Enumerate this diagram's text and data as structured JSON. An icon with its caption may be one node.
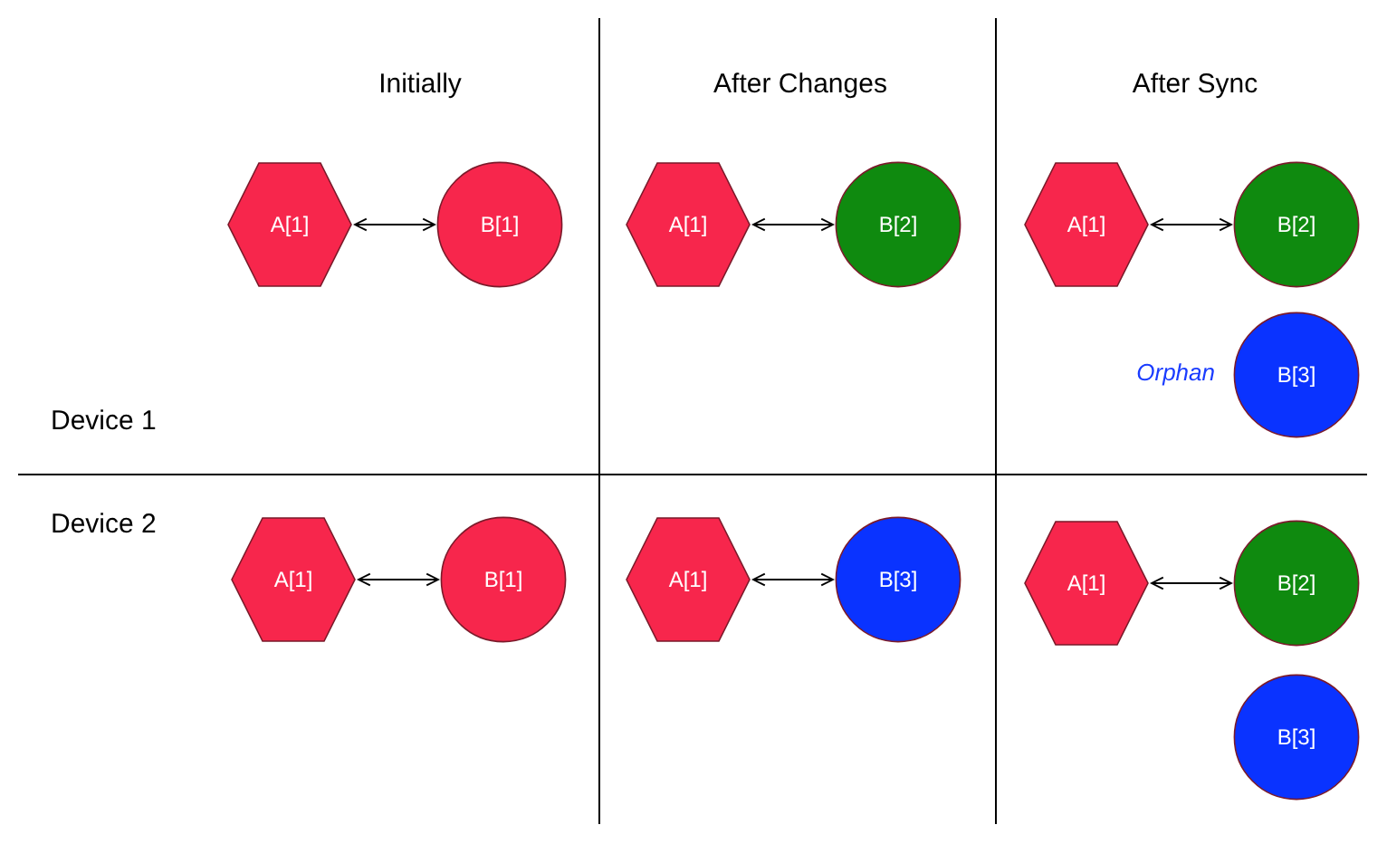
{
  "diagram": {
    "nodes": [
      {
        "text": [
          "A[1]"
        ]
      },
      {
        "text": [
          "B[1]"
        ]
      },
      {
        "text": [
          "A[1]"
        ]
      },
      {
        "text": [
          "B[2]"
        ]
      },
      {
        "text": [
          "A[1]"
        ]
      },
      {
        "text": [
          "B[2]"
        ]
      },
      {
        "text": [
          "B[3]"
        ],
        "beside": [
          "Orphan"
        ]
      },
      {
        "text": [
          "A[1]"
        ]
      },
      {
        "text": [
          "B[1]"
        ]
      },
      {
        "text": [
          "A[1]"
        ]
      },
      {
        "text": [
          "B[3]"
        ]
      },
      {
        "text": [
          "A[1]"
        ]
      },
      {
        "text": [
          "B[2]"
        ]
      },
      {
        "text": [
          "B[3]"
        ]
      }
    ],
    "edges": [
      {
        "from": 0,
        "to": 1,
        "arrow": "both"
      },
      {
        "from": 2,
        "to": 3,
        "arrow": "both"
      },
      {
        "from": 4,
        "to": 5,
        "arrow": "both"
      },
      {
        "from": 7,
        "to": 8,
        "arrow": "both"
      },
      {
        "from": 9,
        "to": 10,
        "arrow": "both"
      },
      {
        "from": 11,
        "to": 12,
        "arrow": "both"
      }
    ],
    "labels": [
      "Initially",
      "After Changes",
      "After Sync",
      "Device 1",
      "Device 2"
    ]
  }
}
